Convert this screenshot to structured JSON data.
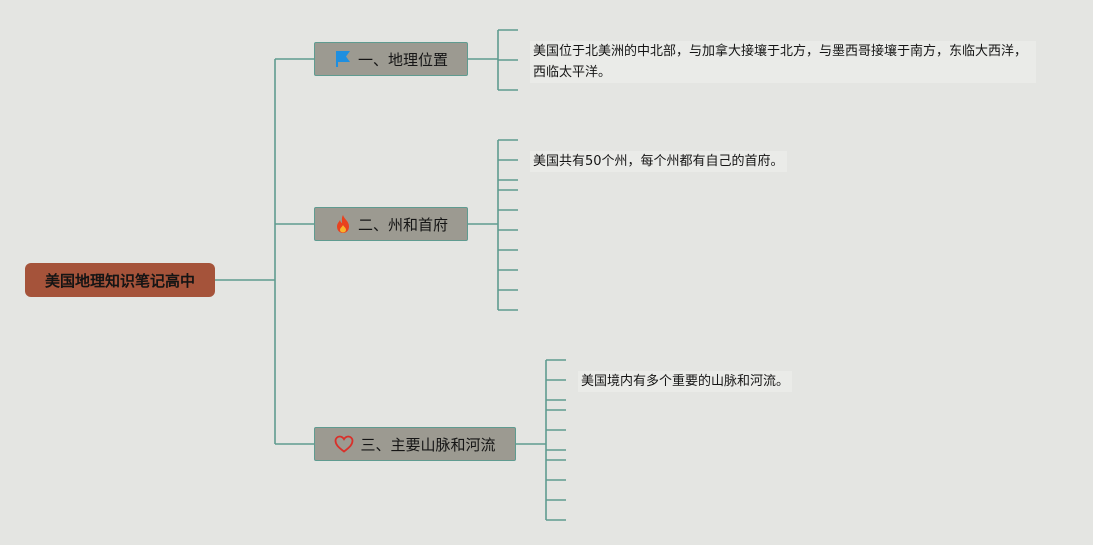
{
  "root": {
    "label": "美国地理知识笔记高中"
  },
  "branches": [
    {
      "label": "一、地理位置",
      "icon": "flag-icon",
      "icon_color": "#1f8fe0",
      "note": "美国位于北美洲的中北部，与加拿大接壤于北方，与墨西哥接壤于南方，东临大西洋，西临太平洋。"
    },
    {
      "label": "二、州和首府",
      "icon": "fire-icon",
      "icon_color": "#e8421f",
      "note": "美国共有50个州，每个州都有自己的首府。"
    },
    {
      "label": "三、主要山脉和河流",
      "icon": "heart-icon",
      "icon_color": "#d9302a",
      "note": "美国境内有多个重要的山脉和河流。"
    }
  ],
  "colors": {
    "connector": "#5f9b90",
    "root_fill": "#a5533a",
    "branch_fill": "#9c9a91"
  }
}
